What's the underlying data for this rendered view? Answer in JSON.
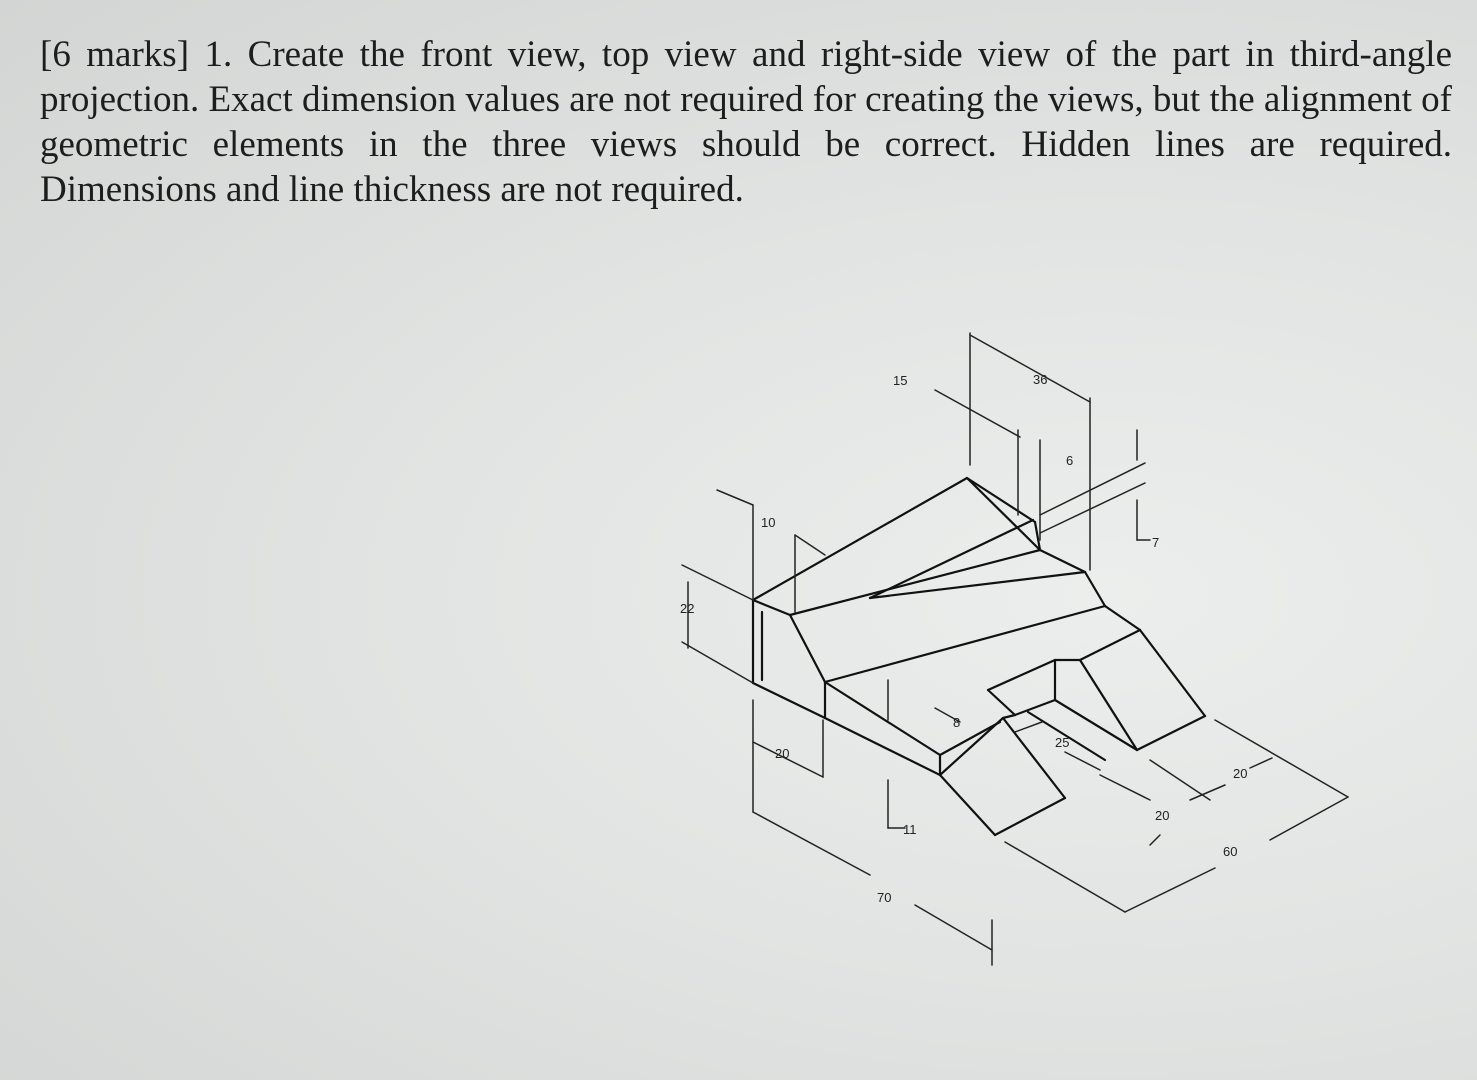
{
  "question": {
    "text": "[6 marks] 1. Create the front view, top view and right-side view of the part in third-angle projection. Exact dimension values are not required for creating the views, but the alignment of geometric elements in the three views should be correct. Hidden lines are required. Dimensions and line thickness are not required."
  },
  "dimensions": {
    "d15": "15",
    "d36": "36",
    "d6": "6",
    "d7": "7",
    "d10": "10",
    "d22": "22",
    "d20_left": "20",
    "d11": "11",
    "d8": "8",
    "d25": "25",
    "d20_right": "20",
    "d20_far": "20",
    "d60": "60",
    "d70": "70"
  }
}
